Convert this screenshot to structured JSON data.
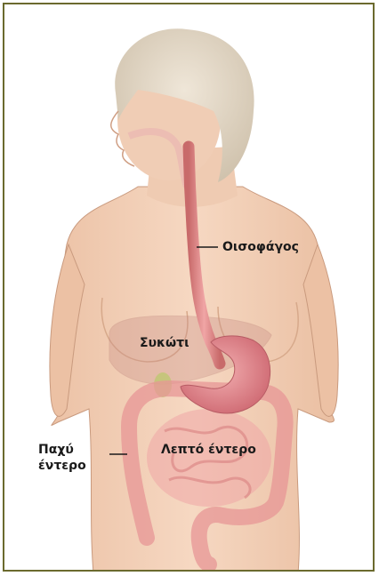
{
  "labels": {
    "esophagus": "Οισοφάγος",
    "liver": "Συκώτι",
    "small_intestine": "Λεπτό έντερο",
    "large_intestine_line1": "Παχύ",
    "large_intestine_line2": "έντερο"
  },
  "colors": {
    "border": "#6b6a2e",
    "skin": "#f1ccb1",
    "hair": "#e2d6c4",
    "organ": "#e79a9a",
    "stomach": "#d9777f"
  }
}
